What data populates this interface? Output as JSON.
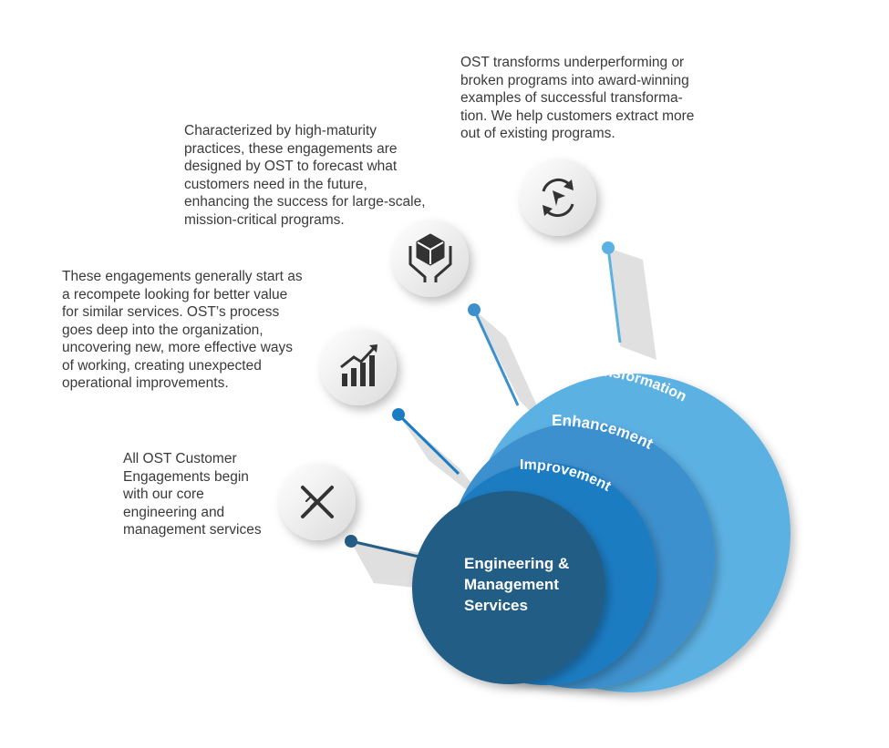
{
  "tiers": [
    {
      "label": "Engineering & Management Services",
      "lines": [
        "Engineering &",
        "Management",
        "Services"
      ],
      "color": "#245d86",
      "icon": "tools-icon",
      "description": "All OST Customer\nEngagements begin\nwith our core\nengineering and\nmanagement services"
    },
    {
      "label": "Improvement",
      "color": "#1b7cc2",
      "icon": "growth-chart-icon",
      "description": "These engagements generally start as\na recompete looking for better value\nfor similar services. OST’s process\ngoes deep into the organization,\nuncovering new, more effective ways\nof working, creating unexpected\noperational improvements."
    },
    {
      "label": "Enhancement",
      "color": "#3d90ce",
      "icon": "hands-box-icon",
      "description": "Characterized by high-maturity\npractices, these engagements are\ndesigned by OST to forecast what\ncustomers need in the future,\nenhancing the success for large-scale,\nmission-critical programs."
    },
    {
      "label": "Transformation",
      "color": "#5cb1e3",
      "icon": "cycle-cursor-icon",
      "description": "OST transforms underperforming or\nbroken programs into award-winning\nexamples of successful transforma-\ntion.  We help customers extract more\nout of existing programs."
    }
  ]
}
